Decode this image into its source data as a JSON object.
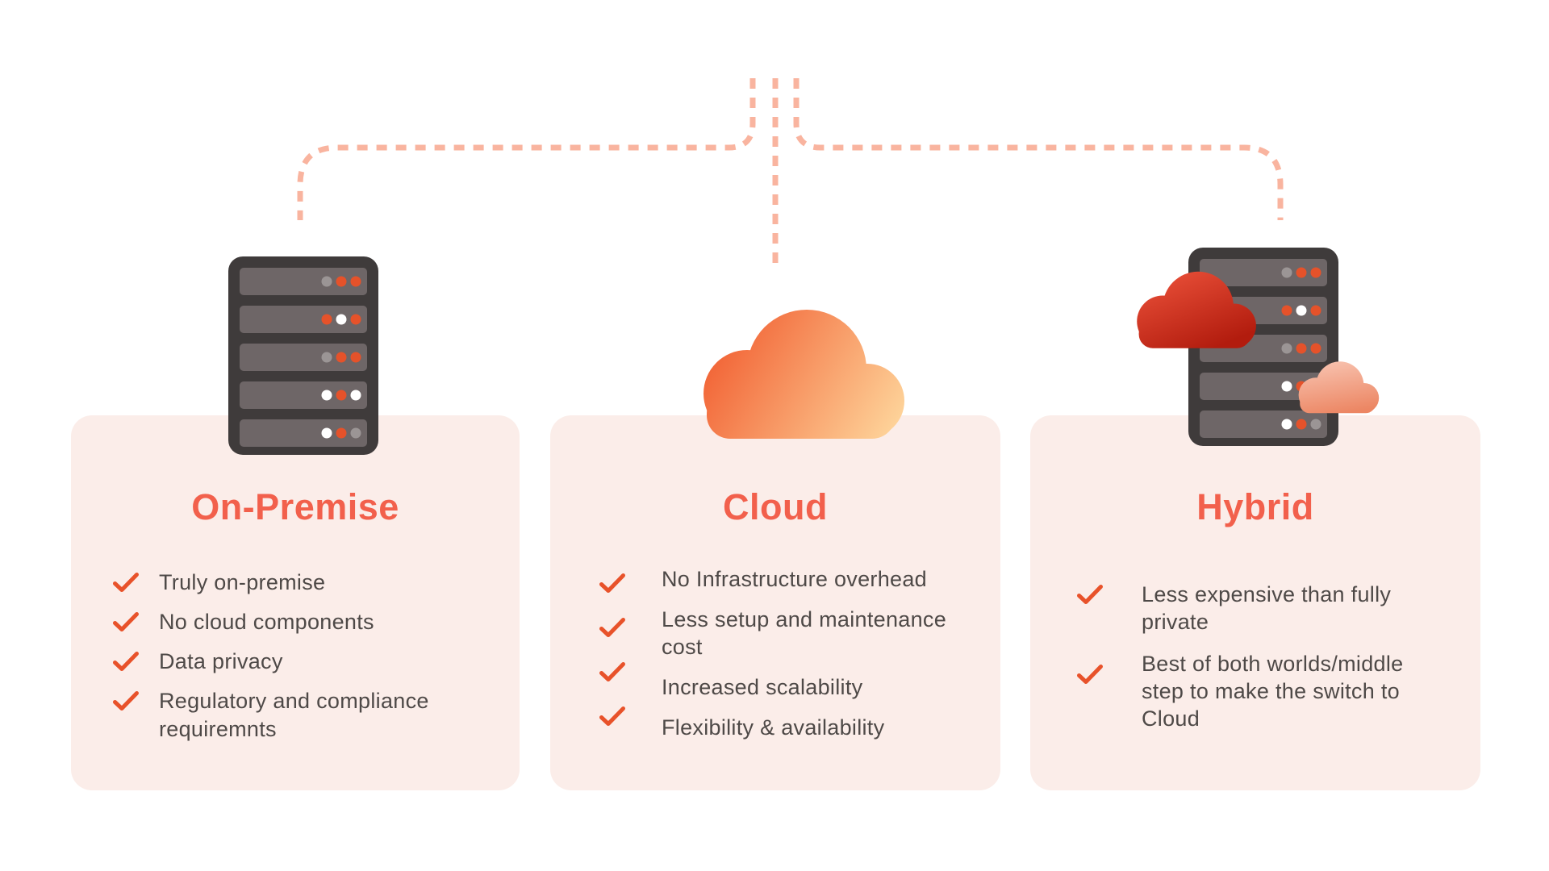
{
  "colors": {
    "bg": "#FFFFFF",
    "card": "#FBEDE9",
    "title": "#F2604C",
    "check": "#E8522A",
    "text": "#4E4947",
    "dash": "#F9B49F",
    "server": "#3F3B3B",
    "slat": "#6E6667",
    "dot_orange": "#E5522A",
    "dot_gray": "#9B9595",
    "dot_white": "#FFFFFF",
    "cloud_start": "#F15C2F",
    "cloud_end": "#FFDFA4",
    "red_cloud_start": "#E94F38",
    "red_cloud_end": "#B21C0E",
    "small_cloud_start": "#F8C3B0",
    "small_cloud_end": "#EC8663"
  },
  "cards": [
    {
      "title": "On-Premise",
      "icon": "server-icon",
      "items": [
        {
          "text": "Truly on-premise"
        },
        {
          "text": "No cloud components"
        },
        {
          "text": "Data privacy"
        },
        {
          "text": "Regulatory and compliance requiremnts"
        }
      ]
    },
    {
      "title": "Cloud",
      "icon": "cloud-icon",
      "items": [
        {
          "text": "No Infrastructure overhead"
        },
        {
          "text": "Less setup and maintenance cost"
        },
        {
          "text": "Increased scalability"
        },
        {
          "text": "Flexibility & availability"
        }
      ]
    },
    {
      "title": "Hybrid",
      "icon": "hybrid-server-cloud-icon",
      "items": [
        {
          "text": "Less expensive than fully private"
        },
        {
          "text": "Best of both worlds/middle step to make the switch to Cloud"
        }
      ]
    }
  ]
}
